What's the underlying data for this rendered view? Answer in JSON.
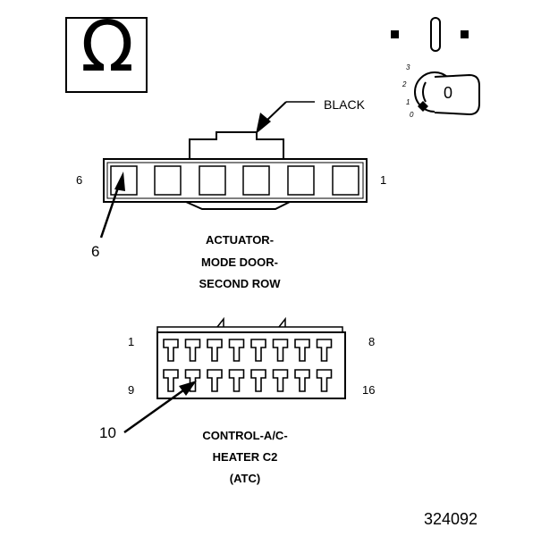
{
  "ohm_symbol": "Ω",
  "key_switch": {
    "positions": [
      "3",
      "2",
      "1",
      "0"
    ],
    "key_label": "0"
  },
  "actuator_connector": {
    "color_label": "BLACK",
    "pin_left": "6",
    "pin_right": "1",
    "callout": "6",
    "caption_lines": [
      "ACTUATOR-",
      "MODE DOOR-",
      "SECOND ROW"
    ]
  },
  "control_connector": {
    "pin_top_left": "1",
    "pin_top_right": "8",
    "pin_bottom_left": "9",
    "pin_bottom_right": "16",
    "callout": "10",
    "caption_lines": [
      "CONTROL-A/C-",
      "HEATER C2",
      "(ATC)"
    ]
  },
  "figure_number": "324092"
}
